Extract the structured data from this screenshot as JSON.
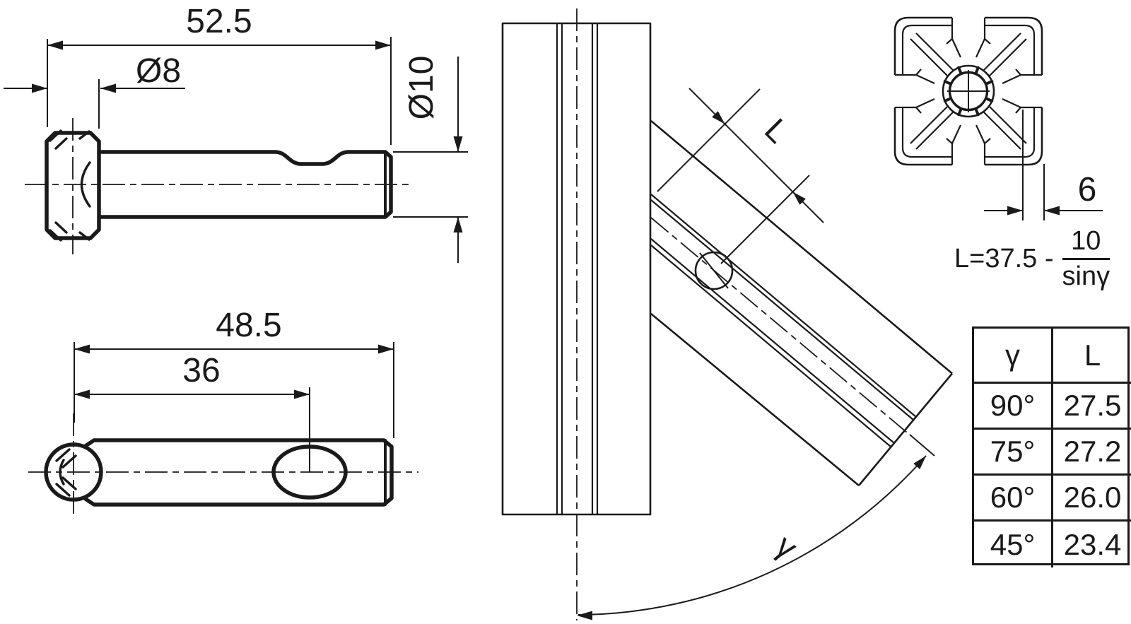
{
  "colors": {
    "ink": "#1a1a1a",
    "background": "#ffffff"
  },
  "views": {
    "bolt_side_view": {
      "overall_length_dim": "52.5",
      "head_diameter_dim": "Ø8",
      "shaft_diameter_dim": "Ø10"
    },
    "pin_top_view": {
      "overall_length_dim": "48.5",
      "hole_position_dim": "36"
    },
    "assembly_view": {
      "screw_distance_label": "L",
      "angle_label": "γ"
    },
    "cross_section_view": {
      "slot_dim": "6"
    },
    "formula": {
      "lhs": "L=37.5 -",
      "numerator": "10",
      "denominator": "sinγ"
    }
  },
  "angle_table": {
    "header": {
      "angle": "γ",
      "length": "L"
    },
    "rows": [
      {
        "angle": "90°",
        "length": "27.5"
      },
      {
        "angle": "75°",
        "length": "27.2"
      },
      {
        "angle": "60°",
        "length": "26.0"
      },
      {
        "angle": "45°",
        "length": "23.4"
      }
    ]
  }
}
